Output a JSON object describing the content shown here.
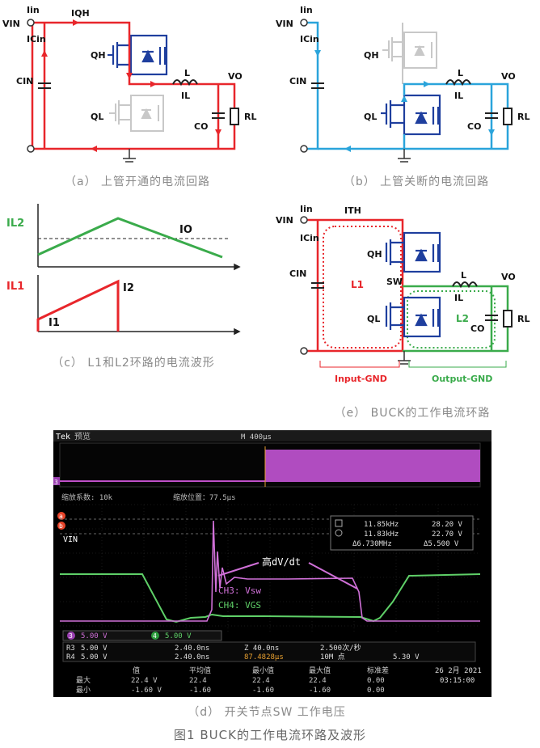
{
  "panel_a": {
    "caption": "（a） 上管开通的电流回路",
    "vin": "VIN",
    "iin": "Iin",
    "iqh": "IQH",
    "icin": "ICin",
    "cin": "CIN",
    "qh": "QH",
    "ql": "QL",
    "l": "L",
    "il": "IL",
    "vo": "VO",
    "co": "CO",
    "rl": "RL"
  },
  "panel_b": {
    "caption": "（b） 上管关断的电流回路",
    "vin": "VIN",
    "iin": "Iin",
    "icin": "ICin",
    "cin": "CIN",
    "qh": "QH",
    "ql": "QL",
    "l": "L",
    "il": "IL",
    "vo": "VO",
    "co": "CO",
    "rl": "RL"
  },
  "panel_c": {
    "caption": "（c） L1和L2环路的电流波形",
    "il2": "IL2",
    "io": "IO",
    "il1": "IL1",
    "i1": "I1",
    "i2": "I2"
  },
  "panel_e": {
    "caption": "（e） BUCK的工作电流环路",
    "vin": "VIN",
    "iin": "Iin",
    "ith": "ITH",
    "icin": "ICin",
    "cin": "CIN",
    "qh": "QH",
    "ql": "QL",
    "sw": "SW",
    "l": "L",
    "il": "IL",
    "vo": "VO",
    "co": "CO",
    "rl": "RL",
    "l1": "L1",
    "l2": "L2",
    "input_gnd": "Input-GND",
    "output_gnd": "Output-GND"
  },
  "panel_d": {
    "caption": "（d） 开关节点SW 工作电压",
    "brand": "Tek",
    "mode": "预览",
    "timebase_top": "M 400μs",
    "zoom_factor": "缩放系数: 10k",
    "zoom_position": "缩放位置：77.5μs",
    "vin_label": "VIN",
    "annotation_dvdt": "高dV/dt",
    "ch3_label": "CH3: Vsw",
    "ch4_label": "CH4: VGS",
    "cursor_a_freq": "11.85kHz",
    "cursor_a_volt": "28.20 V",
    "cursor_b_freq": "11.83kHz",
    "cursor_b_volt": "22.70 V",
    "delta_freq": "Δ6.730MHz",
    "delta_volt": "Δ5.500 V",
    "ch3_scale": "5.00 V",
    "ch4_scale": "5.00 V",
    "r3_scale": "5.00 V",
    "r4_scale": "5.00 V",
    "r3_time": "2.40.0ns",
    "r4_time": "2.40.0ns",
    "time_div": "Z 40.0ns",
    "trigger_time": "87.4828μs",
    "sample_rate": "2.500次/秒",
    "record_len": "10M 点",
    "trig_level": "5.30 V",
    "table_headers": [
      "值",
      "平均值",
      "最小值",
      "最大值",
      "标准差"
    ],
    "row_max": {
      "name": "最大",
      "values": [
        "22.4 V",
        "22.4",
        "22.4",
        "22.4",
        "0.00"
      ]
    },
    "row_min": {
      "name": "最小",
      "values": [
        "-1.60 V",
        "-1.60",
        "-1.60",
        "-1.60",
        "0.00"
      ]
    },
    "date": "26 2月 2021",
    "time": "03:15:00"
  },
  "figure_title": "图1 BUCK的工作电流环路及波形",
  "colors": {
    "red": "#e8262b",
    "blue": "#2aa4db",
    "navy": "#1f3f9e",
    "gray": "#c8c8c8",
    "green": "#3aab4b",
    "purple": "#c050c8",
    "scope_green": "#5fd068"
  }
}
